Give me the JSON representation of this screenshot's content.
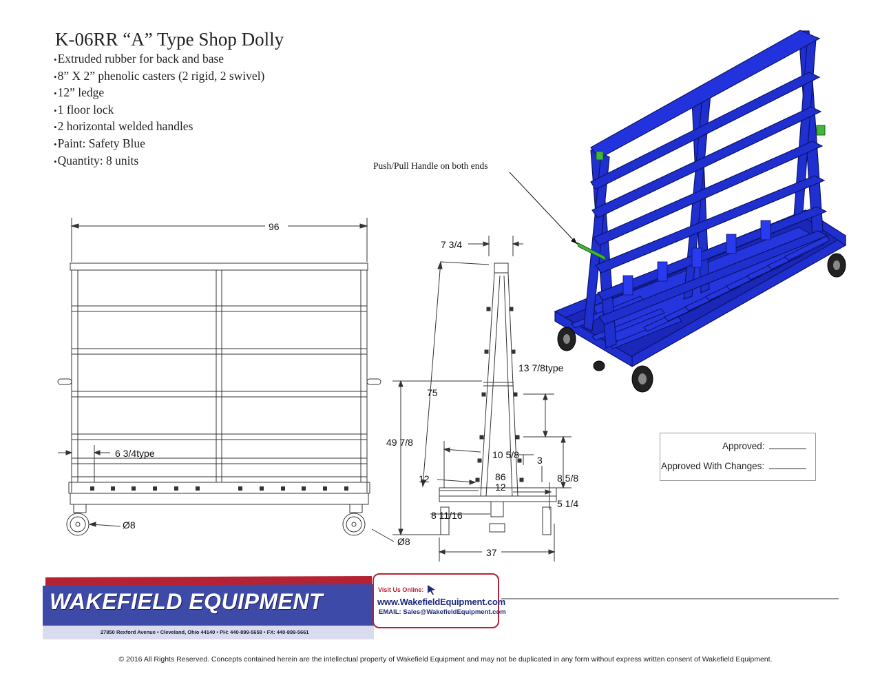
{
  "header": {
    "title": "K-06RR “A” Type Shop Dolly",
    "features": [
      "Extruded rubber for back and base",
      "8” X 2” phenolic casters (2 rigid, 2 swivel)",
      "12” ledge",
      "1 floor lock",
      "2 horizontal welded handles",
      "Paint: Safety Blue",
      "Quantity: 8 units"
    ]
  },
  "callout": {
    "handle": "Push/Pull Handle on both ends"
  },
  "front_view": {
    "width": "96",
    "spacing": "6 3/4type",
    "caster": "Ø8"
  },
  "side_view": {
    "top_width": "7 3/4",
    "height": "75",
    "spacing": "13 7/8type",
    "handle_height": "49 7/8",
    "base_width": "10 5/8",
    "dim_3": "3",
    "angle": "86",
    "ledge_left": "12",
    "ledge_right": "12",
    "dim_8_5_8": "8 5/8",
    "dim_5_1_4": "5 1/4",
    "dim_8_11_16": "8 11/16",
    "caster": "Ø8",
    "depth": "37"
  },
  "approval": {
    "approved": "Approved:",
    "approved_with_changes": "Approved With Changes:"
  },
  "footer": {
    "company": "WAKEFIELD EQUIPMENT",
    "address": "27850 Rexford Avenue • Cleveland, Ohio 44140 • PH: 440-899-5658 • FX: 440-899-5661",
    "visit_label": "Visit Us Online:",
    "website": "www.WakefieldEquipment.com",
    "email": "EMAIL: Sales@WakefieldEquipment.com",
    "copyright": "© 2016 All Rights Reserved. Concepts contained herein are the intellectual property of Wakefield Equipment and may not be duplicated in any form without express written consent of Wakefield Equipment."
  },
  "colors": {
    "frame_blue": "#1f2fd0",
    "accent_green": "#3fb83a",
    "logo_blue": "#3d4aa8",
    "logo_red": "#b52234"
  }
}
